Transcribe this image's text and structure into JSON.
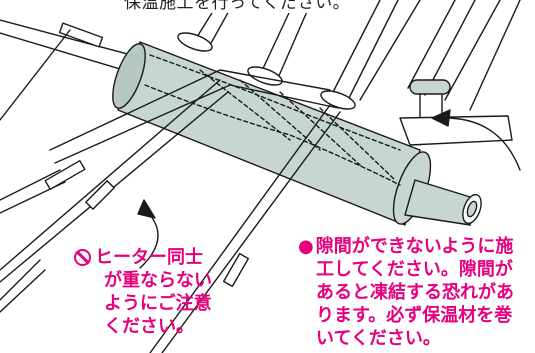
{
  "top_caption": "保温施工を行ってください。",
  "note_left": {
    "icon": "prohibition-icon",
    "lines": [
      "ヒーター同士",
      "が重ならない",
      "ようにご注意",
      "ください。"
    ]
  },
  "note_right": {
    "bullet": "●",
    "lines": [
      "隙間ができないように施",
      "工してください。隙間が",
      "あると凍結する恐れがあ",
      "ります。必ず保温材を巻",
      "いてください。"
    ]
  },
  "colors": {
    "accent": "#e6007e",
    "insulation": "#c7d6d3",
    "line": "#1a1a1a"
  }
}
